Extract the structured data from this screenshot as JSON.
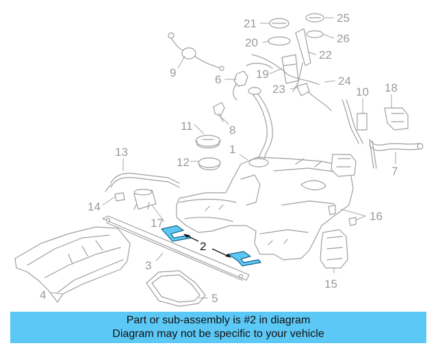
{
  "diagram": {
    "highlighted_part": "2",
    "highlight_color": "#5cc8f5",
    "callouts": {
      "n1": "1",
      "n2": "2",
      "n3": "3",
      "n4": "4",
      "n5": "5",
      "n6": "6",
      "n7": "7",
      "n8": "8",
      "n9": "9",
      "n10": "10",
      "n11": "11",
      "n12": "12",
      "n13": "13",
      "n14": "14",
      "n15": "15",
      "n16": "16",
      "n17": "17",
      "n18": "18",
      "n19": "19",
      "n20": "20",
      "n21": "21",
      "n22": "22",
      "n23": "23",
      "n24": "24",
      "n25": "25",
      "n26": "26"
    }
  },
  "banner": {
    "line1": "Part or sub-assembly is #2 in diagram",
    "line2": "Diagram may not be specific to your vehicle",
    "background": "#5cc8f5"
  }
}
